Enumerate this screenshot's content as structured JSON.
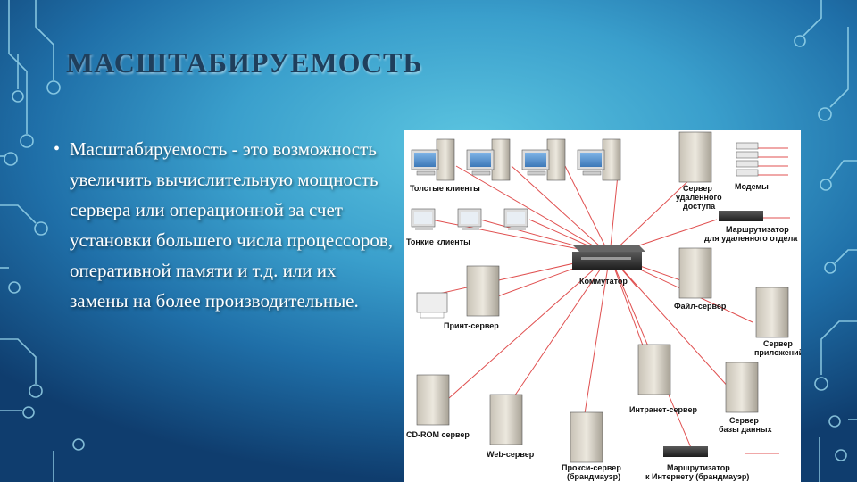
{
  "slide": {
    "title": "МАСШТАБИРУЕМОСТЬ",
    "bullet": "Масштабируемость - это возможность увеличить вычислительную мощность сервера или операционной за счет установки большего числа процессоров, оперативной памяти и т.д. или их замены на более производительные."
  },
  "diagram": {
    "thick_clients": "Толстые клиенты",
    "thin_clients": "Тонкие клиенты",
    "remote_access_server_l1": "Сервер",
    "remote_access_server_l2": "удаленного",
    "remote_access_server_l3": "доступа",
    "modems": "Модемы",
    "remote_router_l1": "Маршрутизатор",
    "remote_router_l2": "для удаленного отдела",
    "switch": "Коммутатор",
    "print_server": "Принт-сервер",
    "file_server": "Файл-сервер",
    "app_server_l1": "Сервер",
    "app_server_l2": "приложений",
    "intranet_server": "Интранет-сервер",
    "db_server_l1": "Сервер",
    "db_server_l2": "базы данных",
    "cdrom_server": "CD-ROM сервер",
    "web_server": "Web-сервер",
    "proxy_server_l1": "Прокси-сервер",
    "proxy_server_l2": "(брандмауэр)",
    "internet_router_l1": "Маршрутизатор",
    "internet_router_l2": "к Интернету (брандмауэр)"
  },
  "colors": {
    "cable": "#e05050",
    "title_text": "#1f3f5c",
    "body_text": "#ffffff"
  }
}
